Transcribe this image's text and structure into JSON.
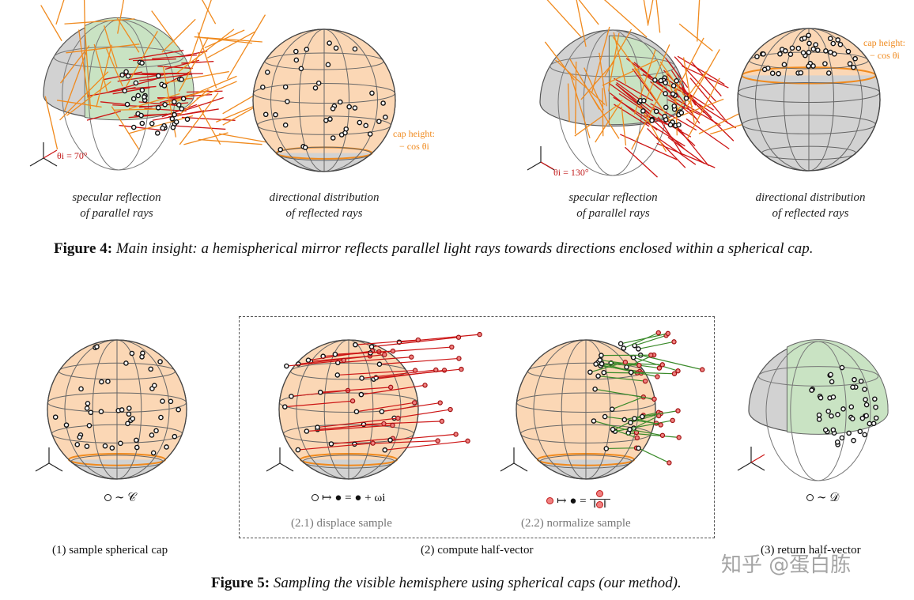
{
  "figure4": {
    "panel_a_label_1": "specular reflection",
    "panel_a_label_2": "of parallel rays",
    "panel_b_label_1": "directional distribution",
    "panel_b_label_2": "of reflected rays",
    "panel_c_label_1": "specular reflection",
    "panel_c_label_2": "of parallel rays",
    "panel_d_label_1": "directional distribution",
    "panel_d_label_2": "of reflected rays",
    "theta_left": "θi = 70°",
    "theta_right": "θi = 130°",
    "cap_height_label": "cap height:",
    "cap_height_expr": "− cos θi",
    "caption_bold": "Figure 4:",
    "caption_text": "Main insight: a hemispherical mirror reflects parallel light rays towards directions enclosed within a spherical cap."
  },
  "figure5": {
    "formula_1_sym": "∼ 𝒞",
    "formula_2_sym": "↦ ● = ● + ωi",
    "formula_3_sym": "↦ ● =",
    "formula_4_sym": "∼ 𝒟",
    "step_1": "(1) sample spherical cap",
    "step_2": "(2) compute half-vector",
    "step_2_1": "(2.1) displace sample",
    "step_2_2": "(2.2) normalize sample",
    "step_3": "(3) return half-vector",
    "caption_bold": "Figure 5:",
    "caption_text": "Sampling the visible hemisphere using spherical caps (our method)."
  },
  "watermark": "知乎 @蛋白胨",
  "colors": {
    "cap_fill": "#fbd7b5",
    "hemi_fill": "#c9e3c3",
    "grey_fill": "#d2d2d2",
    "orange_ray": "#f08a1e",
    "red_ray": "#cc1414",
    "green_ray": "#3a8a2a"
  }
}
